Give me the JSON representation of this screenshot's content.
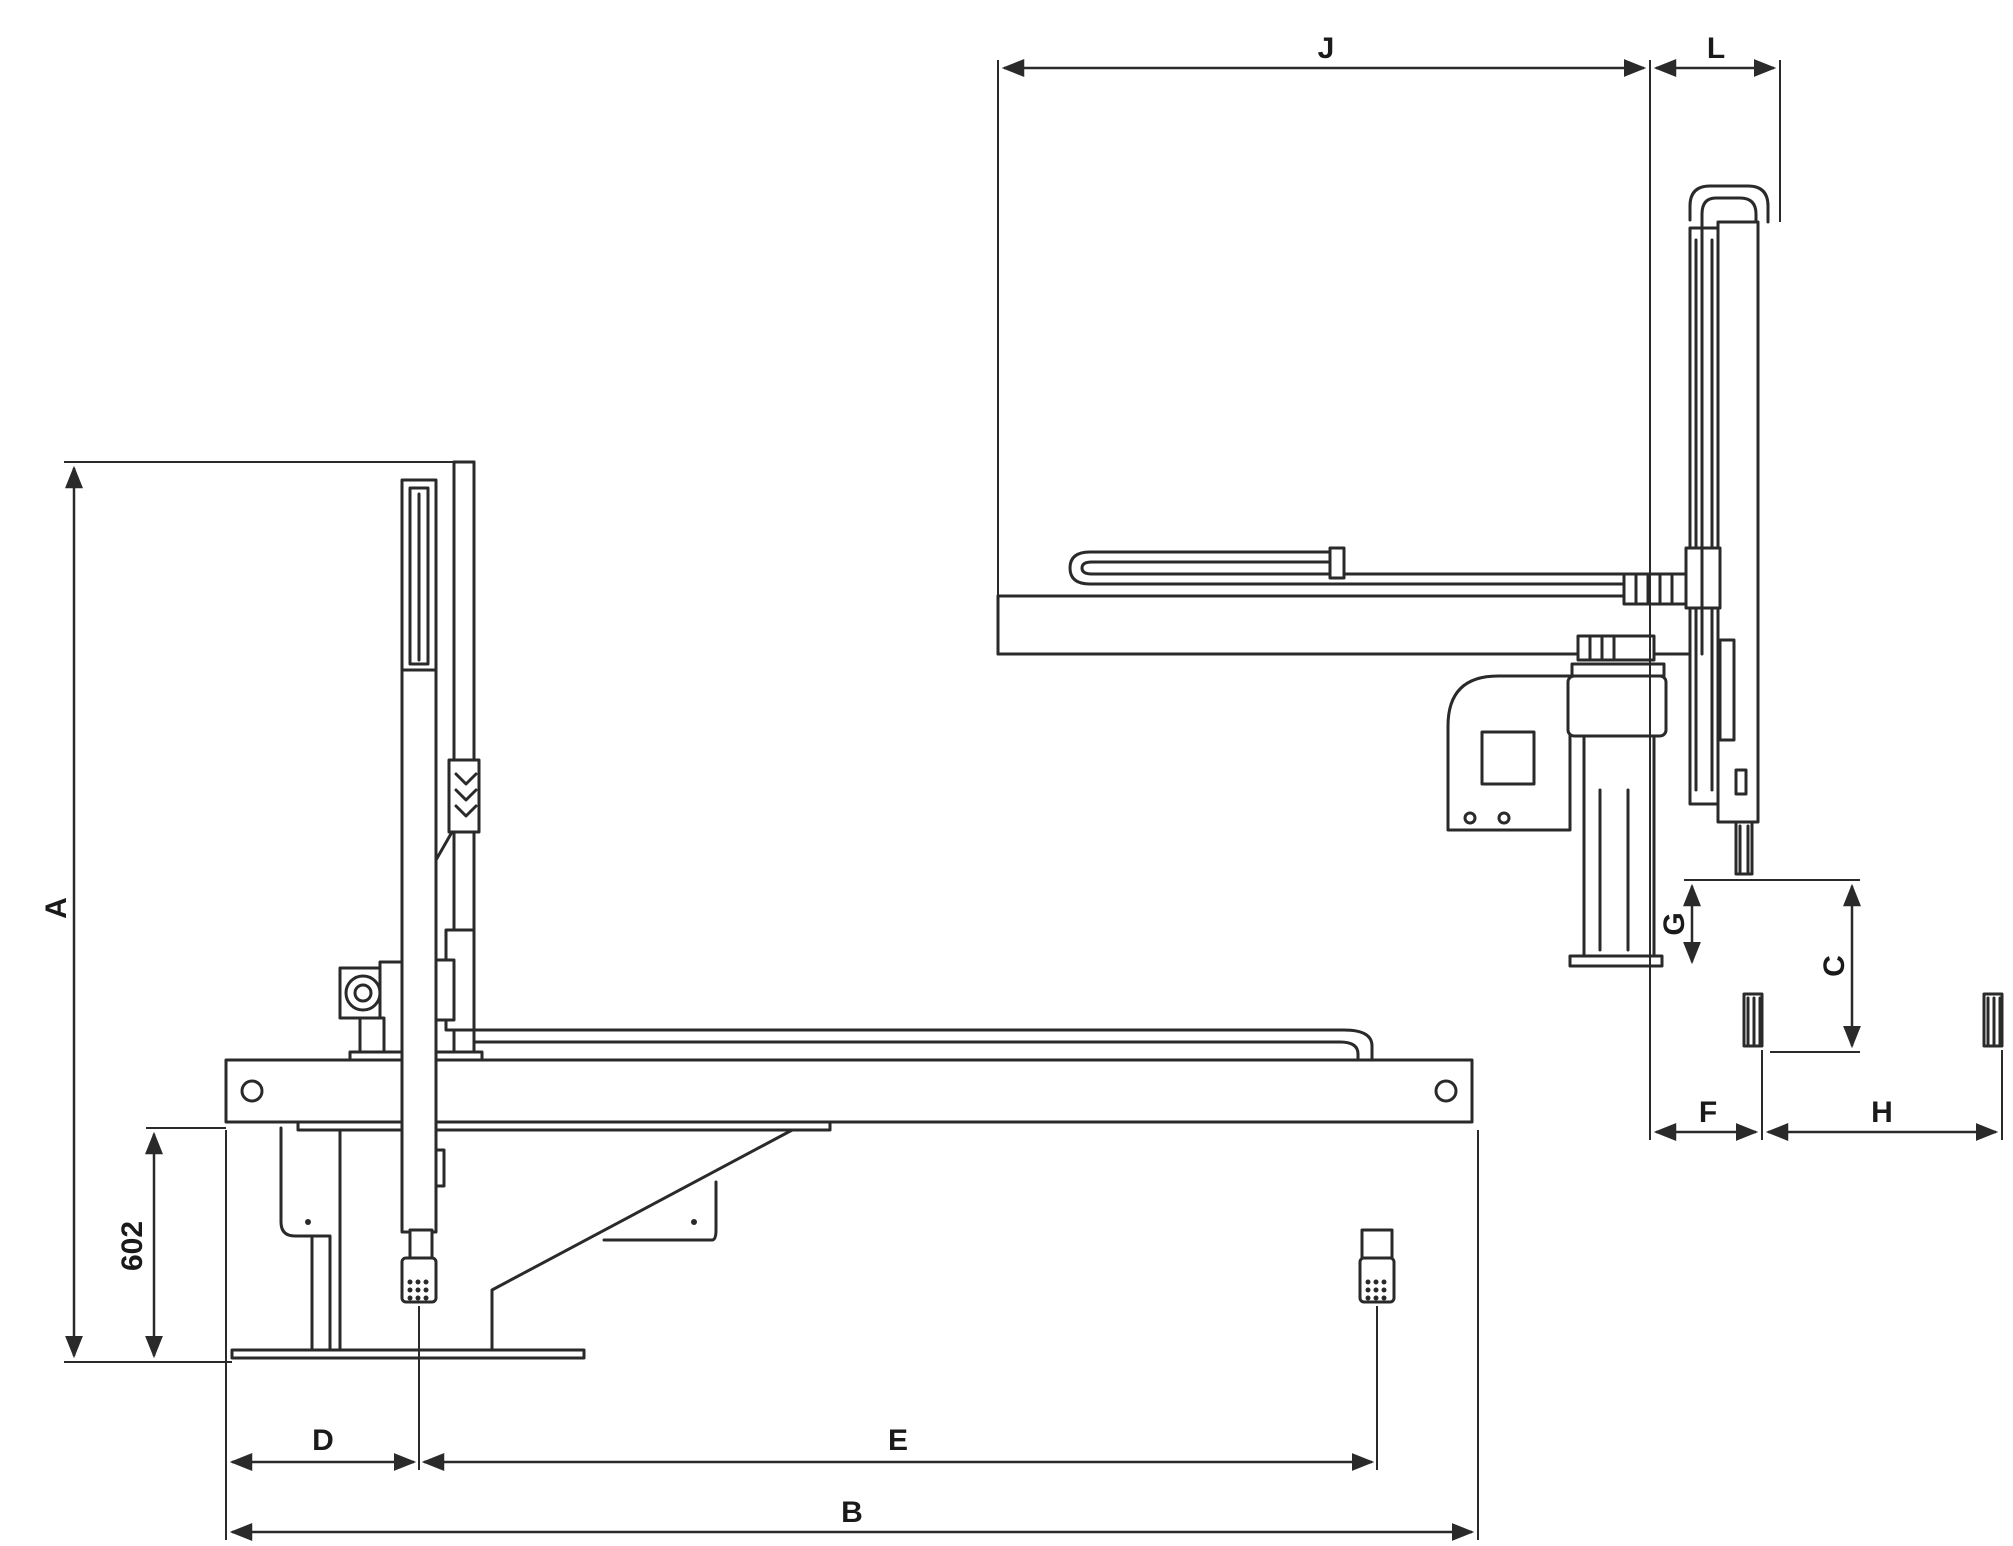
{
  "colors": {
    "line": "#2a2a2a",
    "background": "#ffffff"
  },
  "labels": {
    "A": "A",
    "B": "B",
    "C": "C",
    "D": "D",
    "E": "E",
    "F": "F",
    "G": "G",
    "H": "H",
    "J": "J",
    "L": "L",
    "base_height": "602"
  }
}
